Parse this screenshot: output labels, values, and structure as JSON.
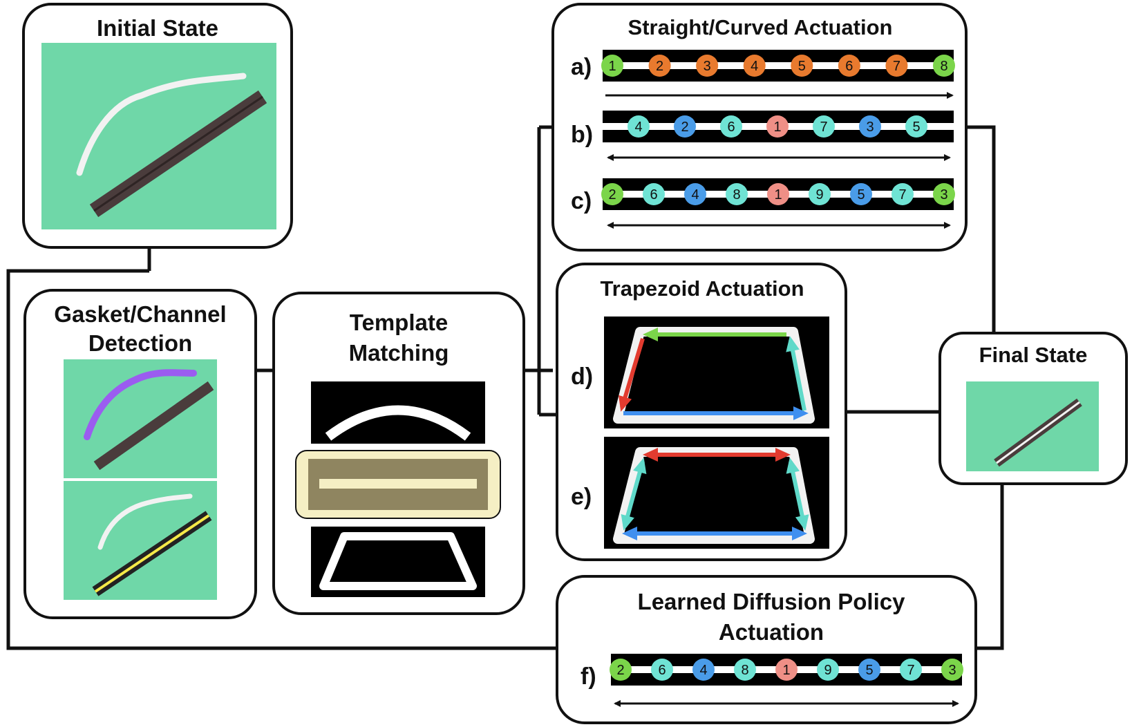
{
  "colors": {
    "green_bg": "#6fd7a8",
    "channel": "#4a3c3c",
    "gasket": "#f2f2f2",
    "gasket_detect": "#9b5cf0",
    "channel_detect": "#f4e948",
    "highlight_fill": "#f5efc4",
    "node_green": "#7bd54a",
    "node_orange": "#e87a2e",
    "node_cyan": "#6fe3d4",
    "node_blue": "#4a9ce8",
    "node_pink": "#ef8f86",
    "arrow_green": "#7bd54a",
    "arrow_cyan": "#5fd9c9",
    "arrow_red": "#e23b2f",
    "arrow_blue": "#3f8fef"
  },
  "panels": {
    "initial": {
      "title": "Initial State"
    },
    "detection": {
      "title_line1": "Gasket/Channel",
      "title_line2": "Detection"
    },
    "template": {
      "title_line1": "Template",
      "title_line2": "Matching"
    },
    "straight": {
      "title": "Straight/Curved Actuation"
    },
    "trapezoid": {
      "title": "Trapezoid Actuation"
    },
    "final": {
      "title": "Final State"
    },
    "diffusion": {
      "title_line1": "Learned Diffusion Policy",
      "title_line2": "Actuation"
    }
  },
  "rows": {
    "a": {
      "label": "a)",
      "direction": "one-way",
      "nodes": [
        {
          "n": "1",
          "c": "green"
        },
        {
          "n": "2",
          "c": "orange"
        },
        {
          "n": "3",
          "c": "orange"
        },
        {
          "n": "4",
          "c": "orange"
        },
        {
          "n": "5",
          "c": "orange"
        },
        {
          "n": "6",
          "c": "orange"
        },
        {
          "n": "7",
          "c": "orange"
        },
        {
          "n": "8",
          "c": "green"
        }
      ]
    },
    "b": {
      "label": "b)",
      "direction": "two-way",
      "nodes": [
        {
          "n": "4",
          "c": "cyan"
        },
        {
          "n": "2",
          "c": "blue"
        },
        {
          "n": "6",
          "c": "cyan"
        },
        {
          "n": "1",
          "c": "pink"
        },
        {
          "n": "7",
          "c": "cyan"
        },
        {
          "n": "3",
          "c": "blue"
        },
        {
          "n": "5",
          "c": "cyan"
        }
      ]
    },
    "c": {
      "label": "c)",
      "direction": "two-way",
      "nodes": [
        {
          "n": "2",
          "c": "green"
        },
        {
          "n": "6",
          "c": "cyan"
        },
        {
          "n": "4",
          "c": "blue"
        },
        {
          "n": "8",
          "c": "cyan"
        },
        {
          "n": "1",
          "c": "pink"
        },
        {
          "n": "9",
          "c": "cyan"
        },
        {
          "n": "5",
          "c": "blue"
        },
        {
          "n": "7",
          "c": "cyan"
        },
        {
          "n": "3",
          "c": "green"
        }
      ]
    },
    "f": {
      "label": "f)",
      "direction": "two-way",
      "nodes": [
        {
          "n": "2",
          "c": "green"
        },
        {
          "n": "6",
          "c": "cyan"
        },
        {
          "n": "4",
          "c": "blue"
        },
        {
          "n": "8",
          "c": "cyan"
        },
        {
          "n": "1",
          "c": "pink"
        },
        {
          "n": "9",
          "c": "cyan"
        },
        {
          "n": "5",
          "c": "blue"
        },
        {
          "n": "7",
          "c": "cyan"
        },
        {
          "n": "3",
          "c": "green"
        }
      ]
    }
  },
  "trapezoids": {
    "d": {
      "label": "d)"
    },
    "e": {
      "label": "e)"
    }
  }
}
